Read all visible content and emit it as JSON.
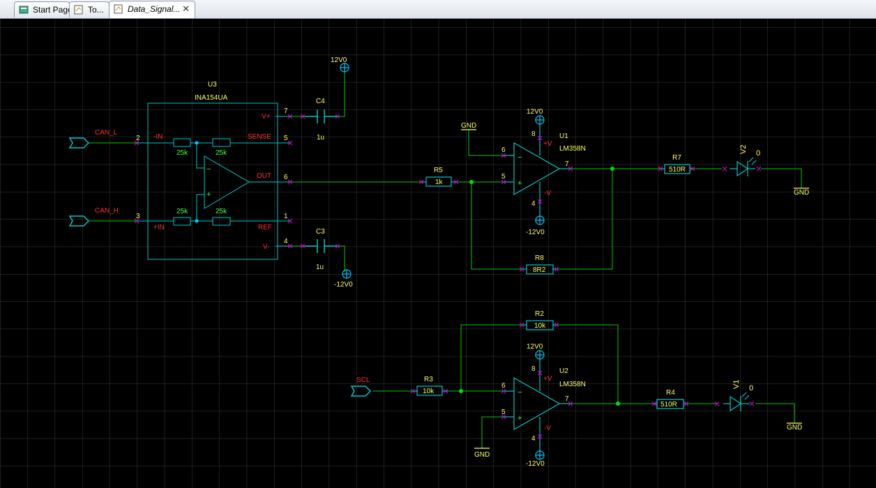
{
  "tabs": [
    {
      "label": "Start Page"
    },
    {
      "label": "To..."
    },
    {
      "label": "Data_Signal...",
      "close": "✕"
    }
  ],
  "labels": {
    "u3_ref": "U3",
    "u3_val": "INA154UA",
    "pin_in_minus": "-IN",
    "pin_in_plus": "+IN",
    "pin_vplus": "V+",
    "pin_sense": "SENSE",
    "pin_out": "OUT",
    "pin_ref": "REF",
    "pin_vminus": "V-",
    "r25k_1": "25k",
    "r25k_2": "25k",
    "r25k_3": "25k",
    "r25k_4": "25k",
    "can_l": "CAN_L",
    "can_h": "CAN_H",
    "scl": "SCL",
    "c4_ref": "C4",
    "c4_val": "1u",
    "c3_ref": "C3",
    "c3_val": "1u",
    "pwr_12v_c4": "12V0",
    "pwr_m12v_c3": "-12V0",
    "u1_ref": "U1",
    "u1_val": "LM358N",
    "u2_ref": "U2",
    "u2_val": "LM358N",
    "pwr_12v_u1": "12V0",
    "pwr_m12v_u1": "-12V0",
    "pwr_12v_u2": "12V0",
    "pwr_m12v_u2": "-12V0",
    "gnd_u1": "GND",
    "gnd_v2": "GND",
    "gnd_u2": "GND",
    "gnd_v1": "GND",
    "r5_ref": "R5",
    "r5_val": "1k",
    "r7_ref": "R7",
    "r7_val": "510R",
    "r8_ref": "R8",
    "r8_val": "8R2",
    "r2_ref": "R2",
    "r2_val": "10k",
    "r3_ref": "R3",
    "r3_val": "10k",
    "r4_ref": "R4",
    "r4_val": "510R",
    "v2_ref": "V2",
    "v2_val": "0",
    "v1_ref": "V1",
    "v1_val": "0",
    "pin_vp": "+V",
    "pin_vm": "-V",
    "sign_minus": "−",
    "sign_plus": "+",
    "pn_2": "2",
    "pn_3": "3",
    "pn_7": "7",
    "pn_5": "5",
    "pn_6": "6",
    "pn_1": "1",
    "pn_4": "4",
    "pn_8": "8"
  },
  "colors": {
    "wire": "#00cc00",
    "component": "#00c8c8",
    "pin": "#d000d0",
    "pinlabel": "#ff3030",
    "ref": "#ffff66",
    "grid": "#3a3a3a",
    "pwr": "#00c8ff"
  }
}
